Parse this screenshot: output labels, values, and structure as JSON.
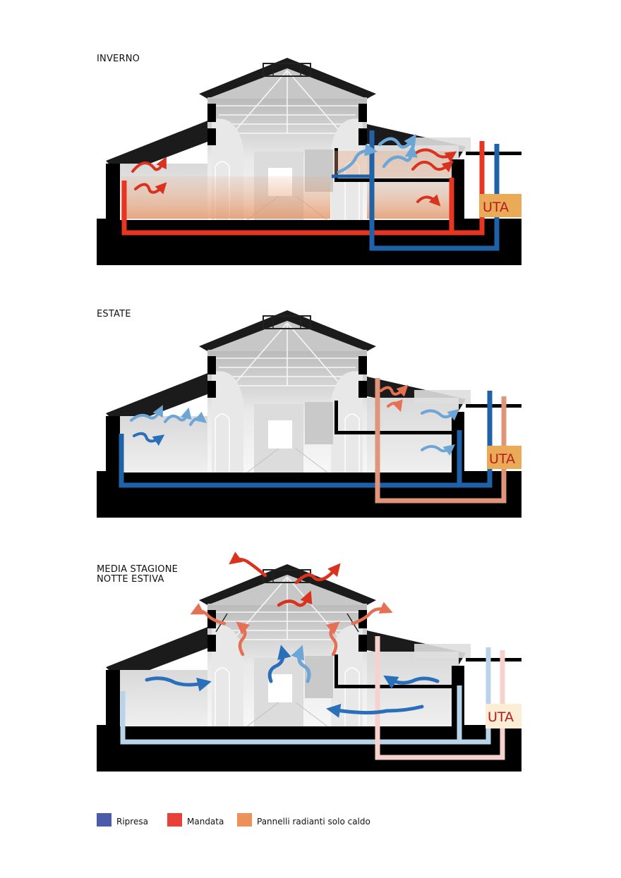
{
  "panels": [
    {
      "label": "INVERNO",
      "uta": "UTA"
    },
    {
      "label": "ESTATE",
      "uta": "UTA"
    },
    {
      "label": "MEDIA STAGIONE\nNOTTE ESTIVA",
      "uta": "UTA"
    }
  ],
  "legend": [
    {
      "label": "Ripresa",
      "color": "#4a5bab"
    },
    {
      "label": "Mandata",
      "color": "#e8413a"
    },
    {
      "label": "Pannelli radianti solo caldo",
      "color": "#ec915a"
    }
  ],
  "colors": {
    "duct_blue": "#1f62a8",
    "duct_red": "#e63522",
    "duct_salmon": "#e0957a",
    "duct_light_blue": "#b9d3e8",
    "duct_light_pink": "#f5d3cc",
    "uta_orange": "#ebaa58",
    "uta_pale": "#fbedd6",
    "uta_text": "#b01e1e"
  }
}
